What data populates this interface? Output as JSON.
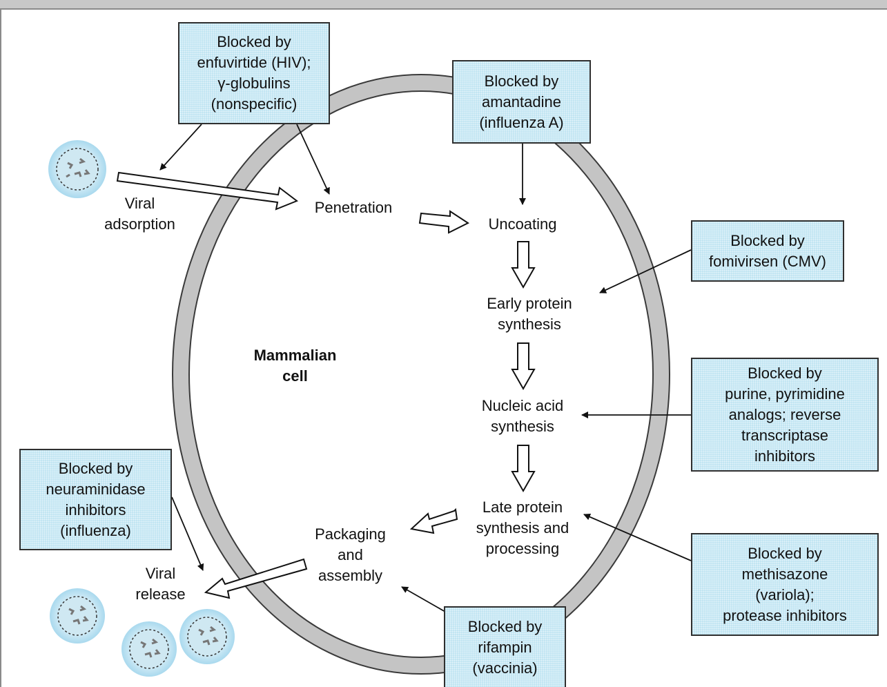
{
  "boxes": {
    "enfuvirtide": "Blocked by\nenfuvirtide (HIV);\nγ-globulins\n(nonspecific)",
    "amantadine": "Blocked by\namantadine\n(influenza A)",
    "fomivirsen": "Blocked by\nfomivirsen (CMV)",
    "purine": "Blocked by\npurine, pyrimidine\nanalogs; reverse\ntranscriptase\ninhibitors",
    "methisazone": "Blocked by\nmethisazone\n(variola);\nprotease inhibitors",
    "rifampin": "Blocked by\nrifampin\n(vaccinia)",
    "neuraminidase": "Blocked by\nneuraminidase\ninhibitors\n(influenza)"
  },
  "steps": {
    "adsorption": "Viral\nadsorption",
    "penetration": "Penetration",
    "uncoating": "Uncoating",
    "early_protein": "Early protein\nsynthesis",
    "nucleic_acid": "Nucleic acid\nsynthesis",
    "late_protein": "Late protein\nsynthesis and\nprocessing",
    "packaging": "Packaging\nand\nassembly",
    "release": "Viral\nrelease"
  },
  "cell_label": "Mammalian\ncell",
  "colors": {
    "box_fill": "#bfe4f2",
    "membrane": "#c4c4c4",
    "virus_halo": "#a9d9ee"
  }
}
